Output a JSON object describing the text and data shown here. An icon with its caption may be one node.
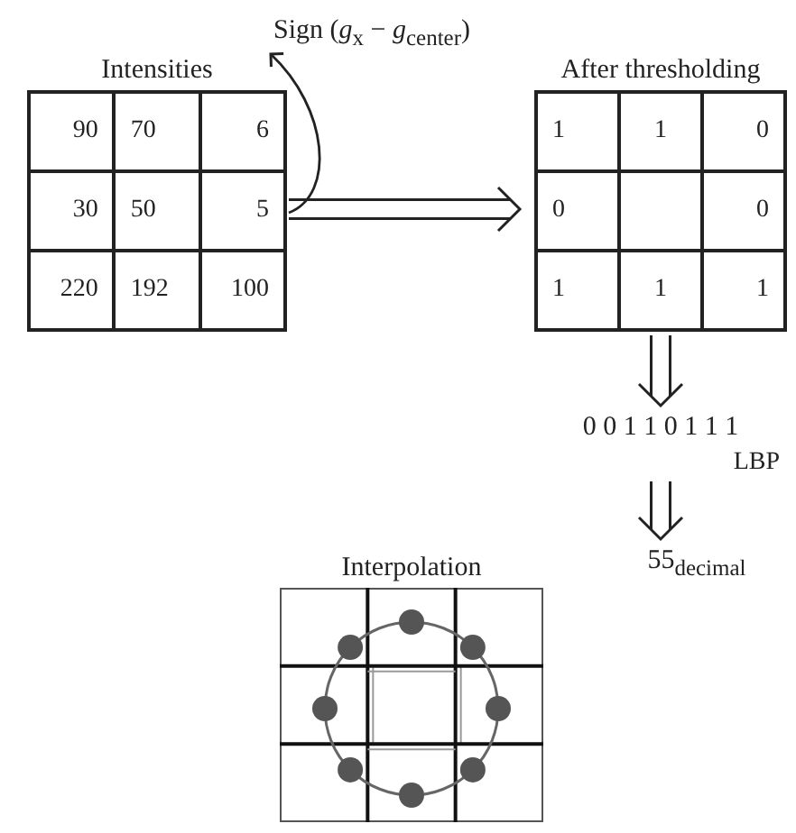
{
  "diagram": {
    "nodes": [
      {
        "text": [
          "Sign (*g*$_{x}$ − *g*$_{center}$)"
        ]
      },
      {
        "text": [
          "Intensities"
        ]
      },
      {
        "text": [
          "After thresholding"
        ]
      },
      {
        "text": [
          "0 0 1 1 0 1 1 1"
        ],
        "beside": [
          "LBP"
        ]
      },
      {
        "text": [
          "55$_{decimal}$"
        ]
      },
      {
        "text": [
          "Interpolation"
        ]
      }
    ],
    "edges": [
      {
        "from": 1,
        "to": 0,
        "arrow": "to"
      },
      {
        "from": 1,
        "to": 2,
        "arrow": "to"
      },
      {
        "from": 2,
        "to": 3,
        "arrow": "to"
      },
      {
        "from": 3,
        "to": 4,
        "arrow": "to"
      }
    ],
    "labels": [
      "90",
      "70",
      "6",
      "30",
      "50",
      "5",
      "220",
      "192",
      "100",
      "1",
      "1",
      "0",
      "0",
      "0",
      "1",
      "1",
      "1"
    ]
  }
}
